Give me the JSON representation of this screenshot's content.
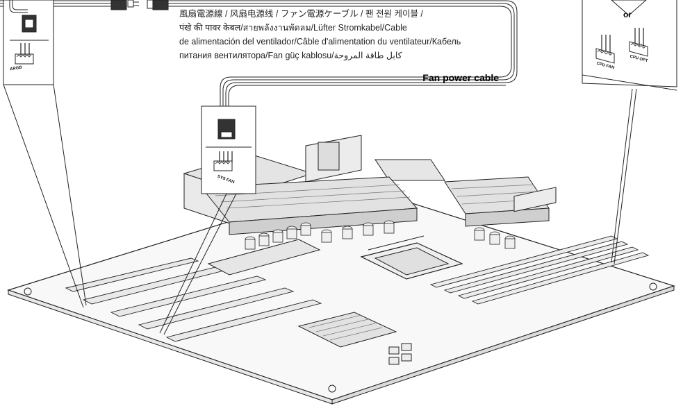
{
  "fan_power_cable": {
    "multilingual_lines": [
      "風扇電源線 / 风扇电源线 / ファン電源ケーブル / 팬 전원 케이블 /",
      "पंखे की पावर केबल/สายพลังงานพัดลม/Lüfter Stromkabel/Cable",
      "de alimentación del ventilador/Câble d'alimentation du ventilateur/Кабель",
      "питания вентилятора/Fan güç kablosu/كابل طاقة المروحة"
    ],
    "title": "Fan power cable"
  },
  "left_callout": {
    "header_label": "ARGB"
  },
  "middle_callout": {
    "header_label": "SYS FAN"
  },
  "right_callout": {
    "connector_word": "or",
    "header_labels": [
      "CPU FAN",
      "CPU OPT"
    ]
  },
  "colors": {
    "line": "#222222",
    "background": "#ffffff",
    "board_fill": "#f7f7f7"
  }
}
